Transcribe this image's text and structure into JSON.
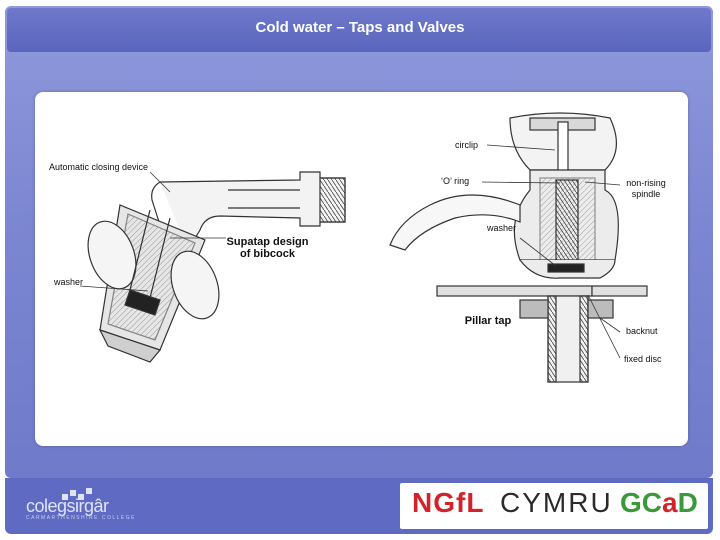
{
  "slide": {
    "title": "Cold water – Taps and Valves"
  },
  "diagram": {
    "labels": {
      "automatic_closing_device": "Automatic closing device",
      "supatap": "Supatap design\nof bibcock",
      "washer_left": "washer",
      "circlip": "circlip",
      "o_ring": "‘O’ ring",
      "non_rising_spindle": "non-rising\nspindle",
      "washer_right": "washer",
      "pillar_tap": "Pillar tap",
      "backnut": "backnut",
      "fixed_disc": "fixed disc"
    }
  },
  "footer": {
    "left_logo_text": "colegsirgâr",
    "left_logo_sub": "CARMARTHENSHIRE COLLEGE",
    "right_logo": {
      "ngfl": "NGfL",
      "cymru": "CYMRU",
      "gc": "GC",
      "a": "a",
      "d": "D"
    }
  },
  "colors": {
    "background": "#7c87d2",
    "title_bar": "#5a66bd",
    "panel": "#ffffff",
    "ngfl_red": "#d2232a",
    "gcad_green": "#3a9a3a"
  }
}
